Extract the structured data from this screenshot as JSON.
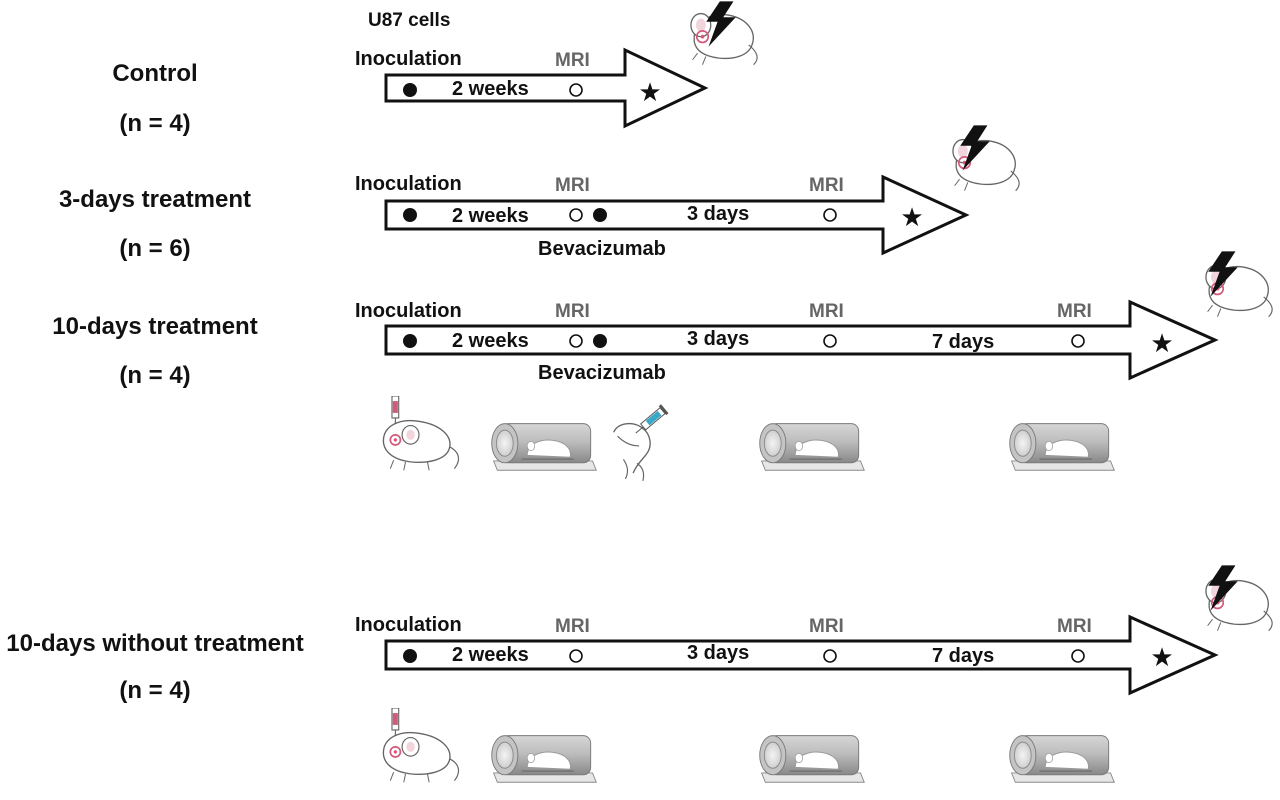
{
  "cell_line_label": "U87 cells",
  "groups": {
    "control": {
      "name": "Control",
      "n": "(n = 4)",
      "inoculation": "Inoculation",
      "mri": [
        "MRI"
      ],
      "durations": [
        "2 weeks"
      ],
      "treatment": ""
    },
    "three_day": {
      "name": "3-days treatment",
      "n": "(n = 6)",
      "inoculation": "Inoculation",
      "mri": [
        "MRI",
        "MRI"
      ],
      "durations": [
        "2 weeks",
        "3 days"
      ],
      "treatment": "Bevacizumab"
    },
    "ten_day": {
      "name": "10-days treatment",
      "n": "(n = 4)",
      "inoculation": "Inoculation",
      "mri": [
        "MRI",
        "MRI",
        "MRI"
      ],
      "durations": [
        "2 weeks",
        "3 days",
        "7 days"
      ],
      "treatment": "Bevacizumab"
    },
    "untreated": {
      "name": "10-days without treatment",
      "n": "(n = 4)",
      "inoculation": "Inoculation",
      "mri": [
        "MRI",
        "MRI",
        "MRI"
      ],
      "durations": [
        "2 weeks",
        "3 days",
        "7 days"
      ],
      "treatment": ""
    }
  },
  "colors": {
    "text": "#111111",
    "mri_label": "#666666",
    "scanner": "#9a9a9a",
    "syringe": "#3aa8c8"
  },
  "icons": [
    "mouse-injection-icon",
    "mri-scanner-icon",
    "bevacizumab-injection-icon",
    "electric-sacrifice-icon",
    "star-icon",
    "filled-dot-icon",
    "open-dot-icon"
  ]
}
